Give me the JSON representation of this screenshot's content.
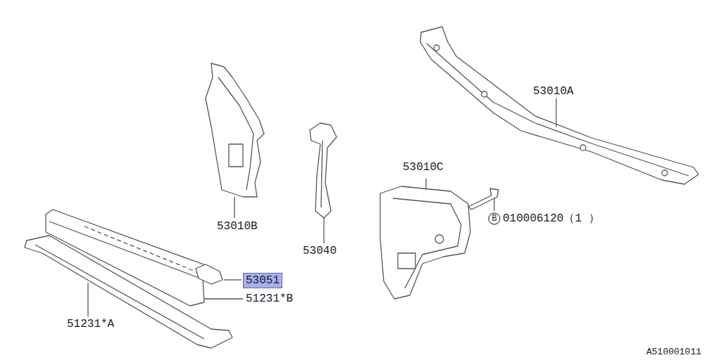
{
  "diagram": {
    "nodes": [
      {
        "text": [
          "53051"
        ]
      }
    ],
    "labels": [
      "53010A",
      "53010B",
      "53040",
      "53010C",
      "B",
      "010006120（1 ）",
      "51231*B",
      "51231*A",
      "A510001011"
    ]
  }
}
